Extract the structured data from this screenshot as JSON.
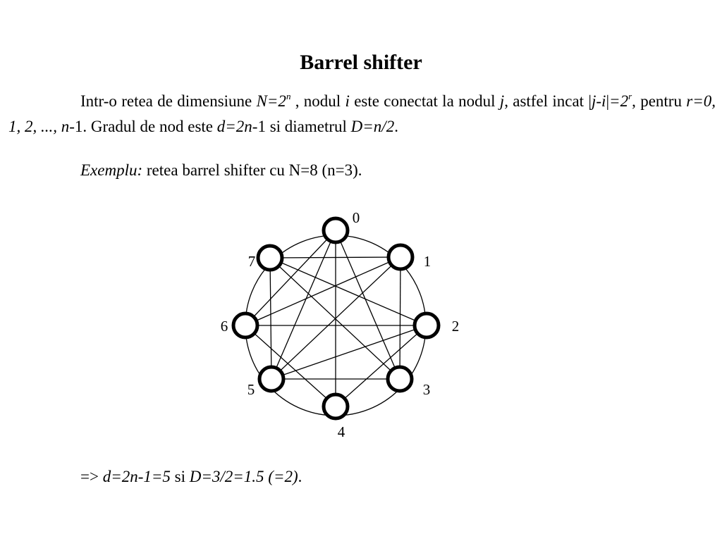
{
  "title": "Barrel shifter",
  "paragraph": {
    "t1": "Intr-o retea de dimensiune ",
    "N_eq_2": "N=2",
    "sup_n": "n",
    "t2": " , nodul ",
    "i": "i",
    "t3": " este conectat la nodul ",
    "j": "j",
    "t4": ", astfel incat ",
    "bar1": "|",
    "j_minus_i": "j-i",
    "bar2": "|",
    "eq_2": "=2",
    "sup_r": "r",
    "t5": ", pentru ",
    "r_values": "r=0, 1, 2, ..., n",
    "t6": "-1. Gradul de nod este ",
    "d_eq": "d=2n",
    "t7": "-1 si diametrul ",
    "D_eq": "D=n/2",
    "t8": "."
  },
  "example": {
    "label": "Exemplu:",
    "text": " retea barrel shifter cu N=8 (n=3)."
  },
  "result": {
    "arrow": "=> ",
    "d_formula": "d=2n-1=5",
    "si": " si ",
    "D_formula": "D=3/2=1.5 (=2)",
    "dot": "."
  },
  "diagram": {
    "nodes": [
      "0",
      "1",
      "2",
      "3",
      "4",
      "5",
      "6",
      "7"
    ],
    "edges": [
      [
        0,
        4
      ],
      [
        0,
        6
      ],
      [
        0,
        5
      ],
      [
        0,
        3
      ],
      [
        1,
        7
      ],
      [
        1,
        5
      ],
      [
        1,
        6
      ],
      [
        1,
        3
      ],
      [
        2,
        6
      ],
      [
        2,
        7
      ],
      [
        2,
        4
      ],
      [
        2,
        5
      ],
      [
        3,
        5
      ],
      [
        3,
        7
      ],
      [
        4,
        6
      ],
      [
        5,
        7
      ]
    ]
  }
}
